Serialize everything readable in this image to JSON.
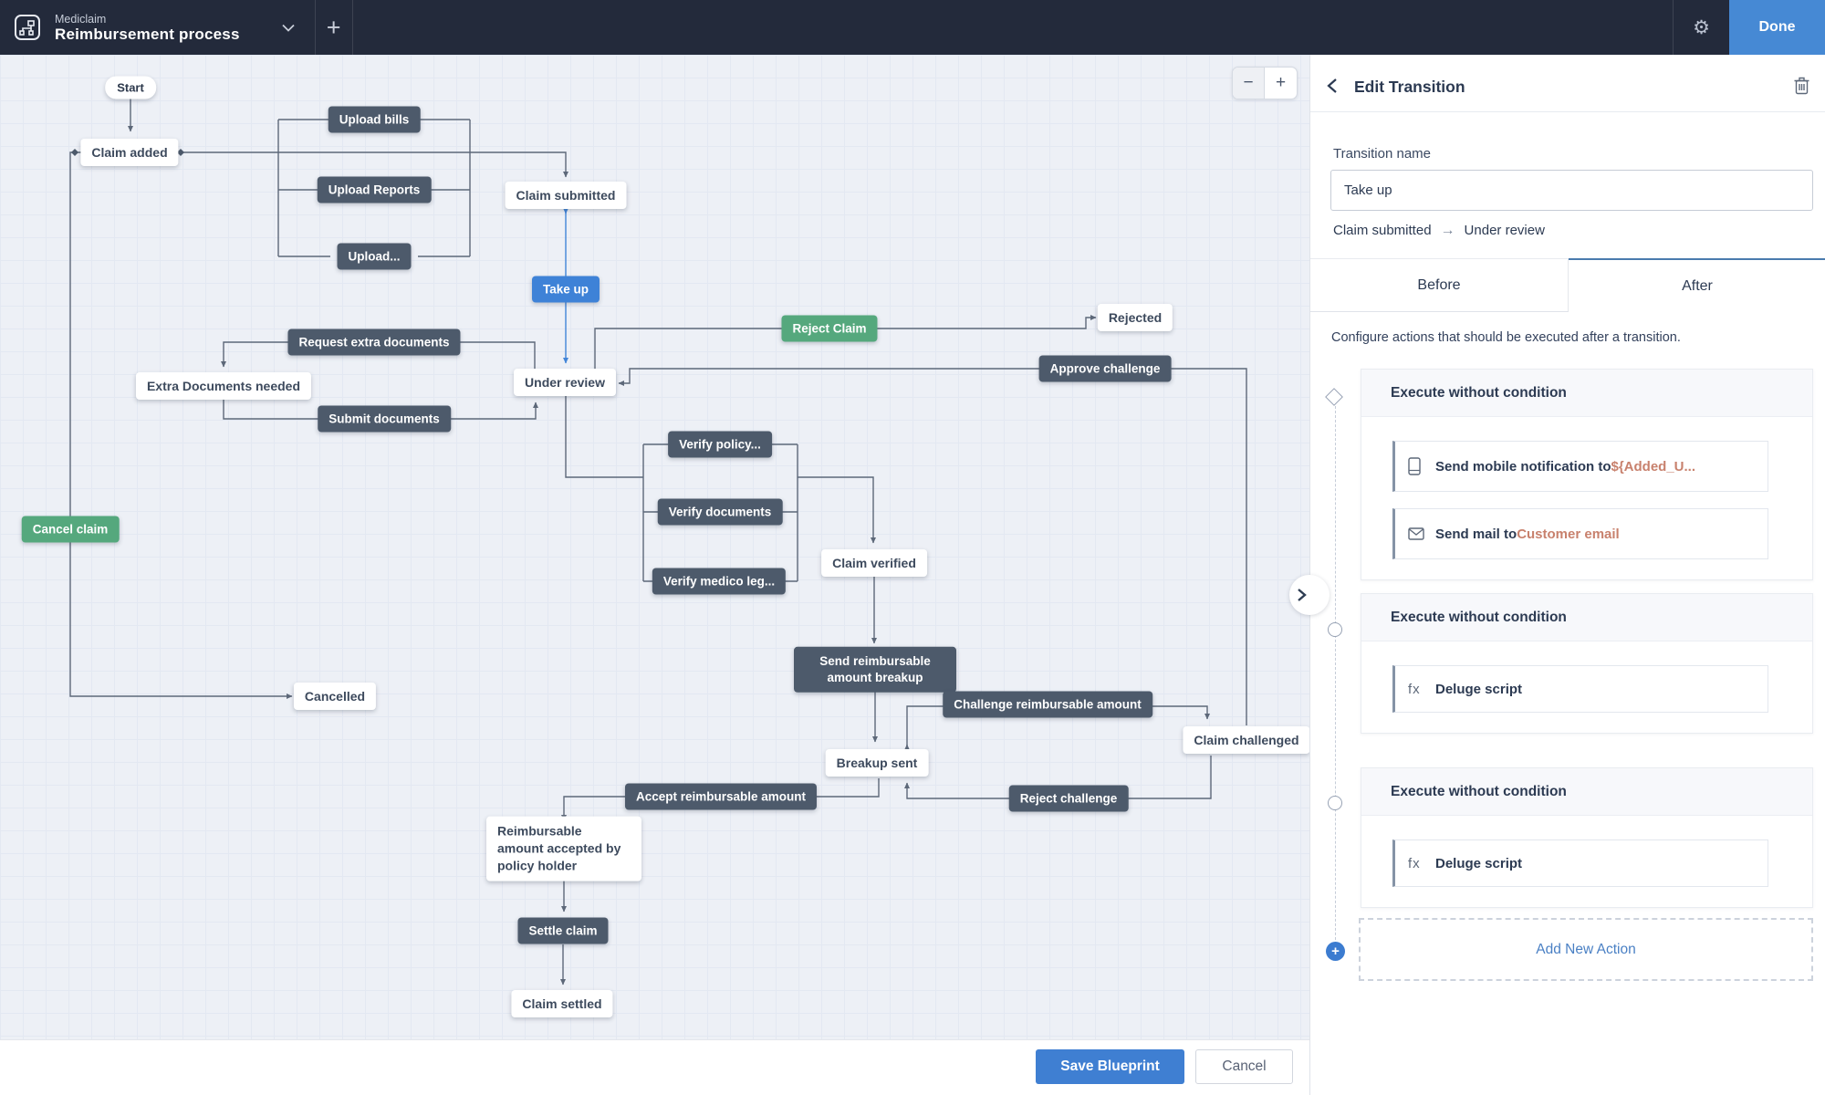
{
  "topbar": {
    "module": "Mediclaim",
    "process": "Reimbursement process",
    "plus_icon": "+",
    "gear_icon": "⚙",
    "done_label": "Done"
  },
  "canvas": {
    "zoom_out": "−",
    "zoom_in": "+"
  },
  "diagram": {
    "nodes": [
      {
        "id": "start",
        "label": "Start",
        "type": "start"
      },
      {
        "id": "claim-added",
        "label": "Claim added",
        "type": "state"
      },
      {
        "id": "upload-bills",
        "label": "Upload bills",
        "type": "transition"
      },
      {
        "id": "upload-reports",
        "label": "Upload Reports",
        "type": "transition"
      },
      {
        "id": "upload-more",
        "label": "Upload...",
        "type": "transition"
      },
      {
        "id": "claim-submitted",
        "label": "Claim submitted",
        "type": "state"
      },
      {
        "id": "take-up",
        "label": "Take up",
        "type": "transition-selected"
      },
      {
        "id": "under-review",
        "label": "Under review",
        "type": "state"
      },
      {
        "id": "request-extra-documents",
        "label": "Request extra documents",
        "type": "transition"
      },
      {
        "id": "extra-documents-needed",
        "label": "Extra Documents needed",
        "type": "state"
      },
      {
        "id": "submit-documents",
        "label": "Submit documents",
        "type": "transition"
      },
      {
        "id": "reject-claim",
        "label": "Reject Claim",
        "type": "transition-common"
      },
      {
        "id": "rejected",
        "label": "Rejected",
        "type": "state"
      },
      {
        "id": "approve-challenge",
        "label": "Approve challenge",
        "type": "transition"
      },
      {
        "id": "verify-policy",
        "label": "Verify policy...",
        "type": "transition"
      },
      {
        "id": "verify-documents",
        "label": "Verify documents",
        "type": "transition"
      },
      {
        "id": "verify-medico",
        "label": "Verify medico leg...",
        "type": "transition"
      },
      {
        "id": "claim-verified",
        "label": "Claim verified",
        "type": "state"
      },
      {
        "id": "send-breakup",
        "label": "Send reimbursable amount breakup",
        "type": "transition"
      },
      {
        "id": "cancel-claim",
        "label": "Cancel claim",
        "type": "transition-common"
      },
      {
        "id": "cancelled",
        "label": "Cancelled",
        "type": "state"
      },
      {
        "id": "breakup-sent",
        "label": "Breakup sent",
        "type": "state"
      },
      {
        "id": "challenge-reimbursable",
        "label": "Challenge reimbursable amount",
        "type": "transition"
      },
      {
        "id": "claim-challenged",
        "label": "Claim challenged",
        "type": "state"
      },
      {
        "id": "reject-challenge",
        "label": "Reject challenge",
        "type": "transition"
      },
      {
        "id": "accept-reimbursable",
        "label": "Accept reimbursable amount",
        "type": "transition"
      },
      {
        "id": "reimb-accepted",
        "label": "Reimbursable amount accepted by policy holder",
        "type": "state"
      },
      {
        "id": "settle-claim",
        "label": "Settle claim",
        "type": "transition"
      },
      {
        "id": "claim-settled",
        "label": "Claim settled",
        "type": "state"
      }
    ]
  },
  "panel": {
    "title": "Edit Transition",
    "transition_name_label": "Transition name",
    "transition_name_value": "Take up",
    "from_state": "Claim submitted",
    "route_arrow": "→",
    "to_state": "Under review",
    "tabs": {
      "before": "Before",
      "after": "After"
    },
    "description": "Configure actions that should be executed after a transition.",
    "blocks": [
      {
        "title": "Execute without condition",
        "actions": [
          {
            "icon": "mobile-icon",
            "text": "Send mobile notification to ",
            "param": "${Added_U..."
          },
          {
            "icon": "mail-icon",
            "text": "Send mail to ",
            "param": "Customer email"
          }
        ]
      },
      {
        "title": "Execute without condition",
        "actions": [
          {
            "icon": "fx-icon",
            "fx": "fx",
            "text": "Deluge script",
            "param": ""
          }
        ]
      },
      {
        "title": "Execute without condition",
        "actions": [
          {
            "icon": "fx-icon",
            "fx": "fx",
            "text": "Deluge script",
            "param": ""
          }
        ]
      }
    ],
    "add_new_action": "Add New Action",
    "plus_icon": "+"
  },
  "footer": {
    "save": "Save Blueprint",
    "cancel": "Cancel"
  },
  "colors": {
    "topbar": "#232a3b",
    "accent_blue": "#4285d8",
    "node_dark": "#4d5a6b",
    "node_green": "#55a87d",
    "param_text": "#c8816d",
    "connector": "#5d6879"
  }
}
